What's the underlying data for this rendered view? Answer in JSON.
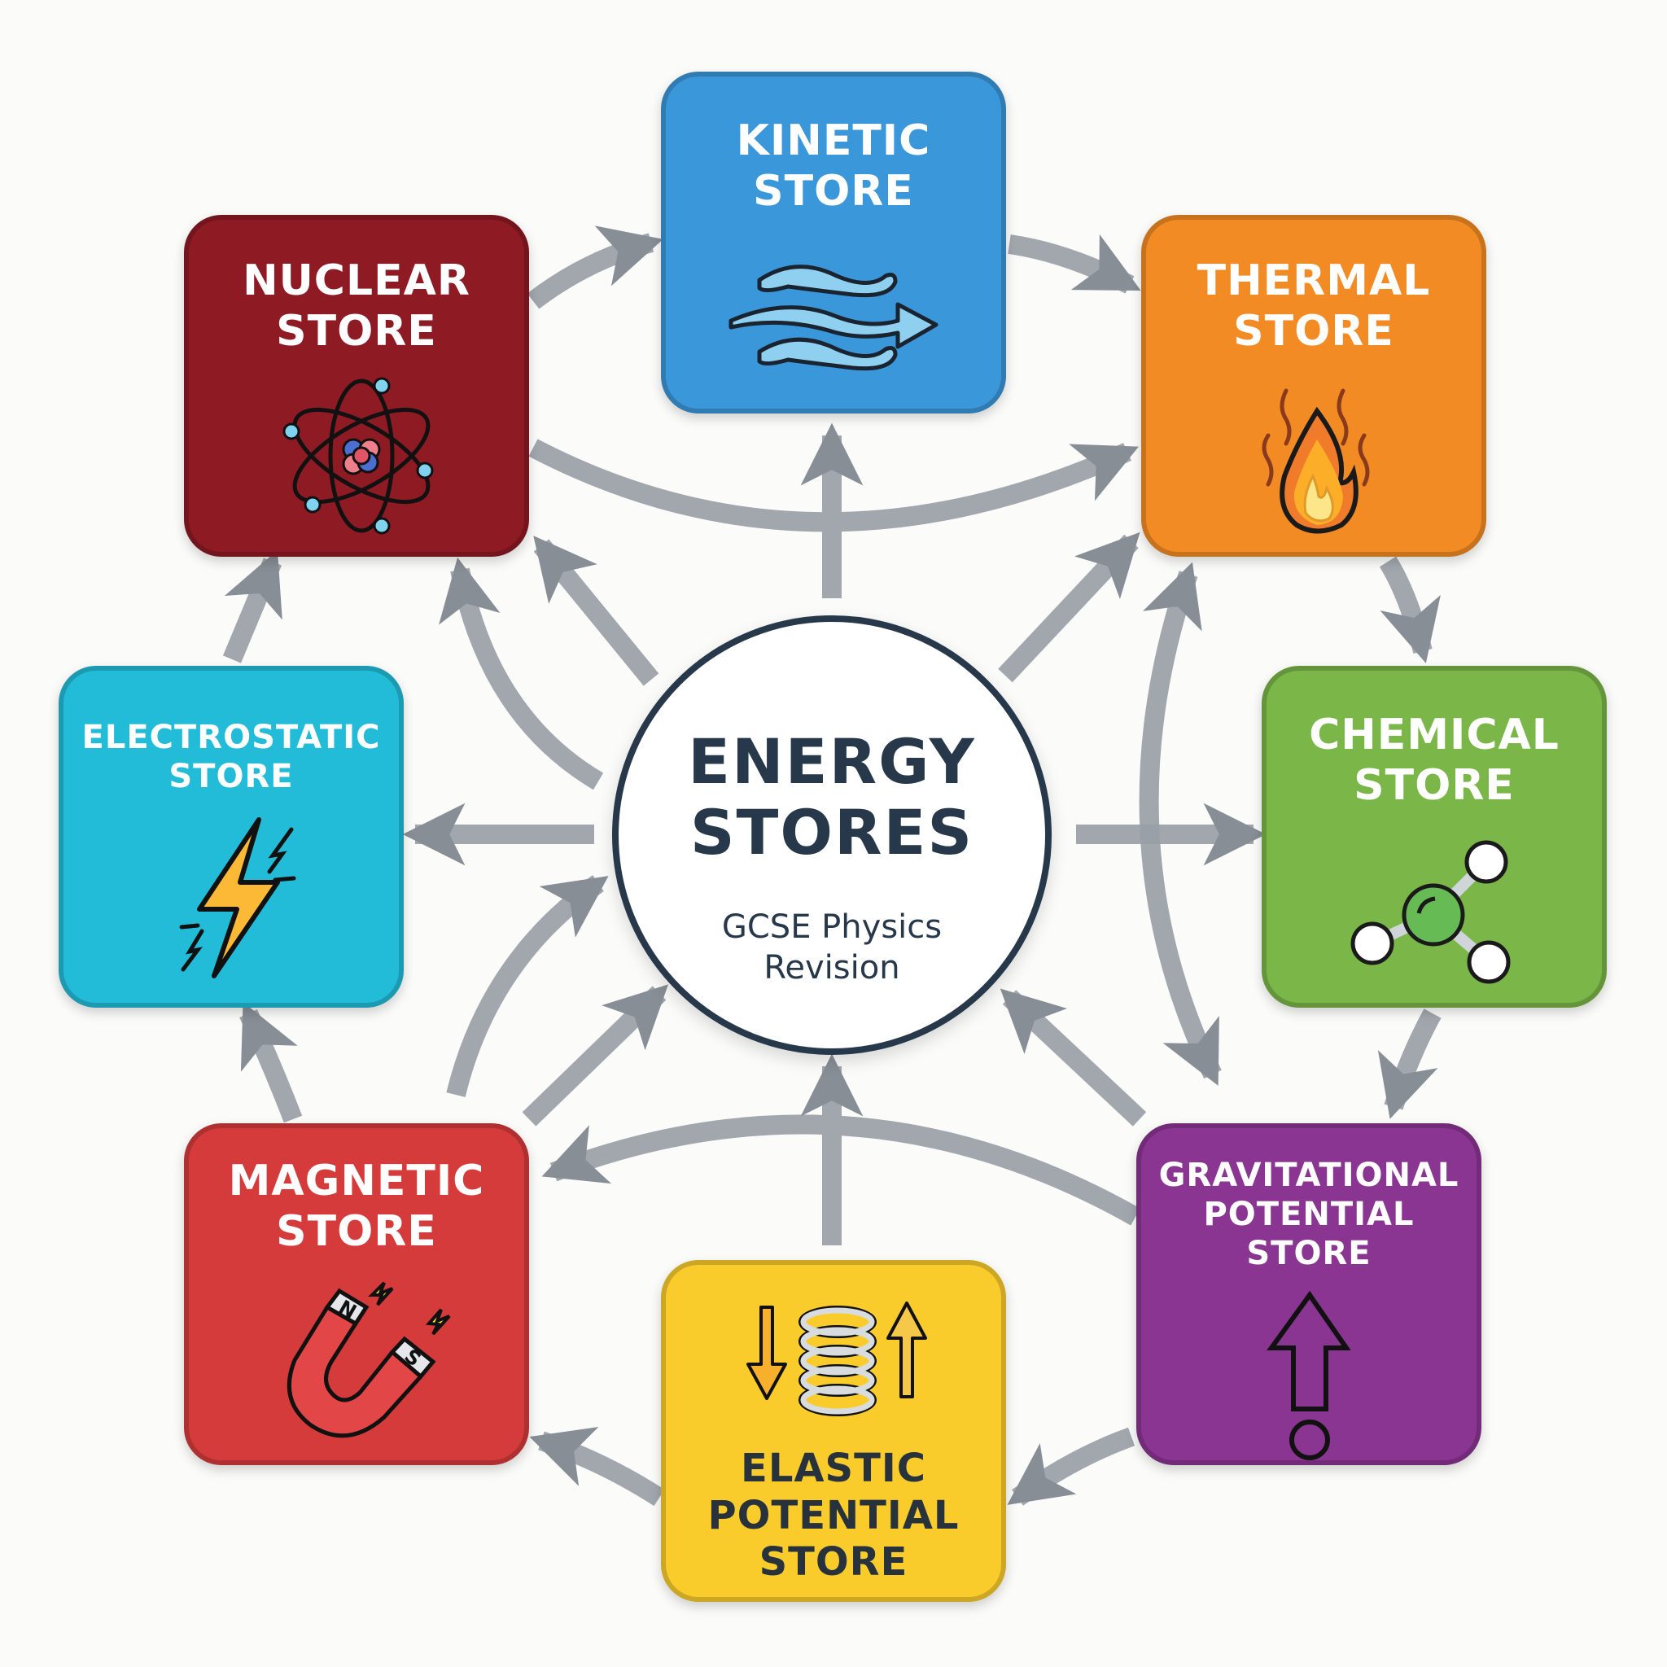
{
  "diagram": {
    "type": "hub-and-spoke flow diagram",
    "center": {
      "title_lines": [
        "ENERGY",
        "STORES"
      ],
      "subtitle_lines": [
        "GCSE Physics",
        "Revision"
      ],
      "border_color": "#27384a"
    },
    "stores": [
      {
        "id": "kinetic",
        "label_lines": [
          "KINETIC",
          "STORE"
        ],
        "icon": "motion-arrow-waves-icon",
        "color": "#3a97da"
      },
      {
        "id": "thermal",
        "label_lines": [
          "THERMAL",
          "STORE"
        ],
        "icon": "flame-icon",
        "color": "#f38b24"
      },
      {
        "id": "chemical",
        "label_lines": [
          "CHEMICAL",
          "STORE"
        ],
        "icon": "molecule-icon",
        "color": "#7ab648"
      },
      {
        "id": "gravitational",
        "label_lines": [
          "GRAVITATIONAL",
          "POTENTIAL",
          "STORE"
        ],
        "icon": "up-arrow-ball-icon",
        "color": "#8a3592"
      },
      {
        "id": "elastic",
        "label_lines": [
          "ELASTIC",
          "POTENTIAL",
          "STORE"
        ],
        "icon": "spring-icon",
        "color": "#f9cc2c"
      },
      {
        "id": "magnetic",
        "label_lines": [
          "MAGNETIC",
          "STORE"
        ],
        "icon": "horseshoe-magnet-icon",
        "color": "#d63b3b"
      },
      {
        "id": "electrostatic",
        "label_lines": [
          "ELECTROSTATIC",
          "STORE"
        ],
        "icon": "lightning-bolt-icon",
        "color": "#22bcd8"
      },
      {
        "id": "nuclear",
        "label_lines": [
          "NUCLEAR",
          "STORE"
        ],
        "icon": "atom-icon",
        "color": "#8e1a24"
      }
    ],
    "arrow_color": "#858b93",
    "connections": [
      {
        "from": "nuclear",
        "to": "kinetic"
      },
      {
        "from": "kinetic",
        "to": "thermal"
      },
      {
        "from": "thermal",
        "to": "chemical"
      },
      {
        "from": "chemical",
        "to": "gravitational"
      },
      {
        "from": "gravitational",
        "to": "elastic"
      },
      {
        "from": "elastic",
        "to": "magnetic"
      },
      {
        "from": "magnetic",
        "to": "electrostatic"
      },
      {
        "from": "electrostatic",
        "to": "nuclear"
      },
      {
        "from": "nuclear",
        "to": "thermal"
      },
      {
        "from": "gravitational",
        "to": "magnetic"
      },
      {
        "from": "center",
        "to": "kinetic"
      },
      {
        "from": "center",
        "to": "thermal"
      },
      {
        "from": "center",
        "to": "chemical"
      },
      {
        "from": "center",
        "to": "electrostatic"
      },
      {
        "from": "center",
        "to": "nuclear"
      },
      {
        "from": "elastic",
        "to": "center"
      },
      {
        "from": "magnetic",
        "to": "center"
      },
      {
        "from": "gravitational",
        "to": "center"
      },
      {
        "from": "gravitational",
        "to": "thermal",
        "bidirectional": true
      },
      {
        "from": "magnetic",
        "to": "nuclear",
        "bidirectional": true
      }
    ]
  }
}
